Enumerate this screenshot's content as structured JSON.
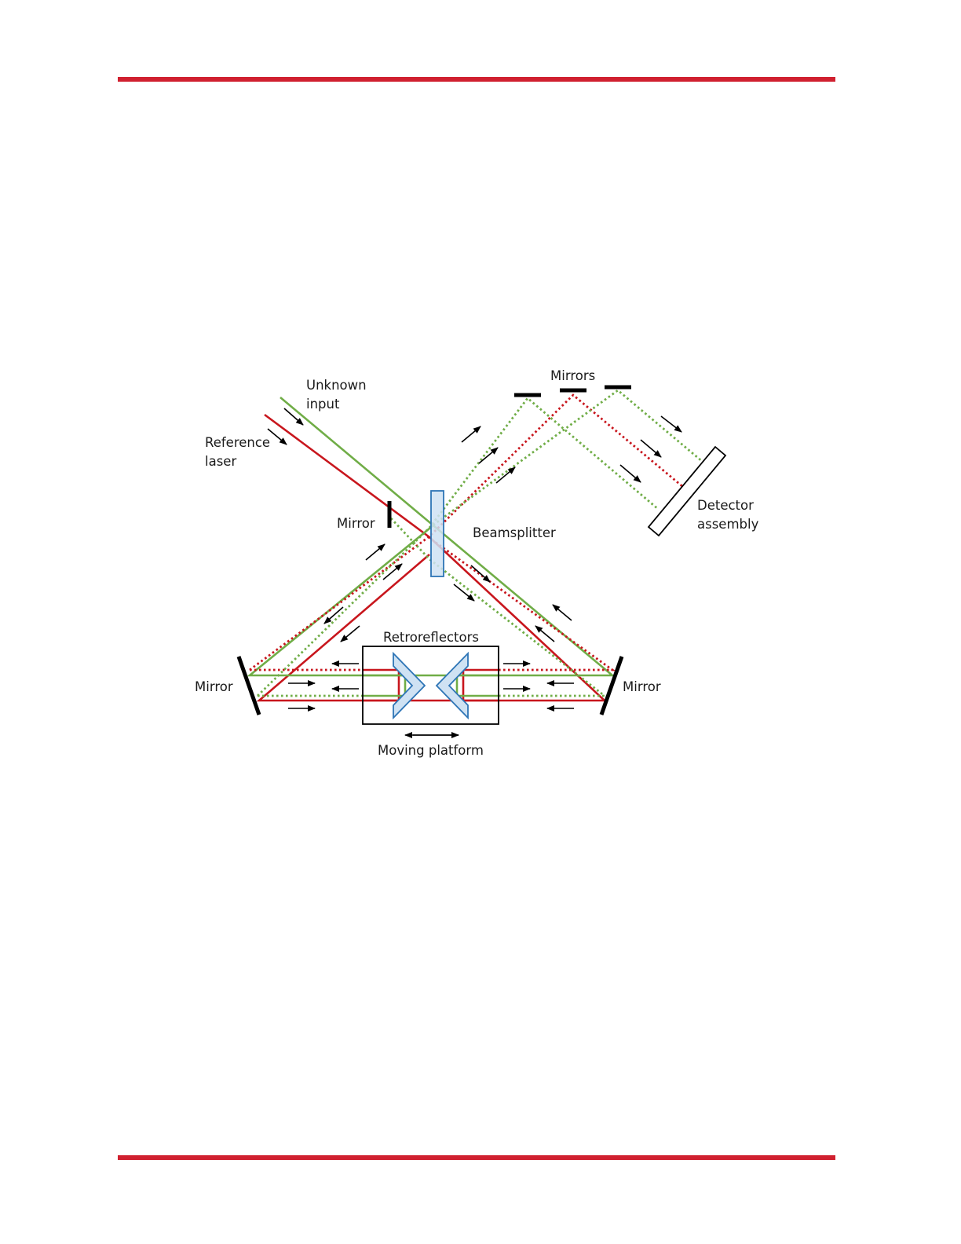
{
  "colors": {
    "page_rule": "#d0202f",
    "reference_beam": "#c8161d",
    "unknown_beam": "#70ad47",
    "optic_fill": "#cfe2f3",
    "optic_stroke": "#2e75b6",
    "component": "#000000"
  },
  "labels": {
    "unknown_input_line1": "Unknown",
    "unknown_input_line2": "input",
    "reference_laser_line1": "Reference",
    "reference_laser_line2": "laser",
    "mirrors_top": "Mirrors",
    "mirror_center": "Mirror",
    "beamsplitter": "Beamsplitter",
    "detector_line1": "Detector",
    "detector_line2": "assembly",
    "mirror_left": "Mirror",
    "mirror_right": "Mirror",
    "retroreflectors": "Retroreflectors",
    "moving_platform": "Moving platform"
  }
}
